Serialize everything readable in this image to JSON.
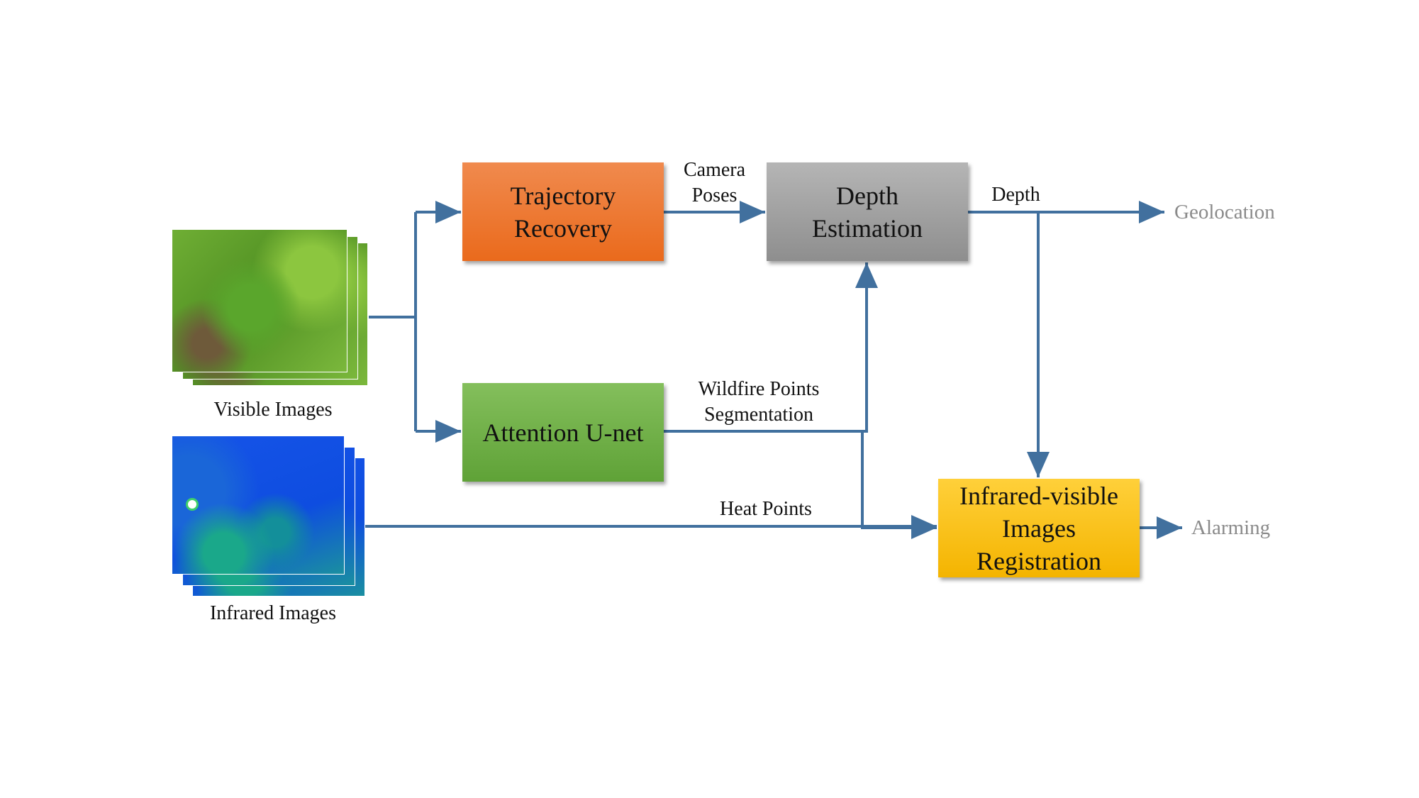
{
  "nodes": {
    "trajectory_recovery": [
      "Trajectory",
      "Recovery"
    ],
    "depth_estimation": [
      "Depth",
      "Estimation"
    ],
    "attention_unet": [
      "Attention U-net"
    ],
    "registration": [
      "Infrared-visible",
      "Images",
      "Registration"
    ]
  },
  "inputs": {
    "visible": "Visible Images",
    "infrared": "Infrared Images"
  },
  "edge_labels": {
    "camera_poses": [
      "Camera",
      "Poses"
    ],
    "depth": "Depth",
    "wildfire_seg": [
      "Wildfire Points",
      "Segmentation"
    ],
    "heat_points": "Heat Points"
  },
  "outputs": {
    "geolocation": "Geolocation",
    "alarming": "Alarming"
  },
  "colors": {
    "arrow": "#41709e",
    "trajectory_box": "#ec7a32",
    "depth_box": "#a3a3a3",
    "unet_box": "#70ad47",
    "registration_box": "#fbbd14",
    "output_text": "#8a8a8a"
  }
}
